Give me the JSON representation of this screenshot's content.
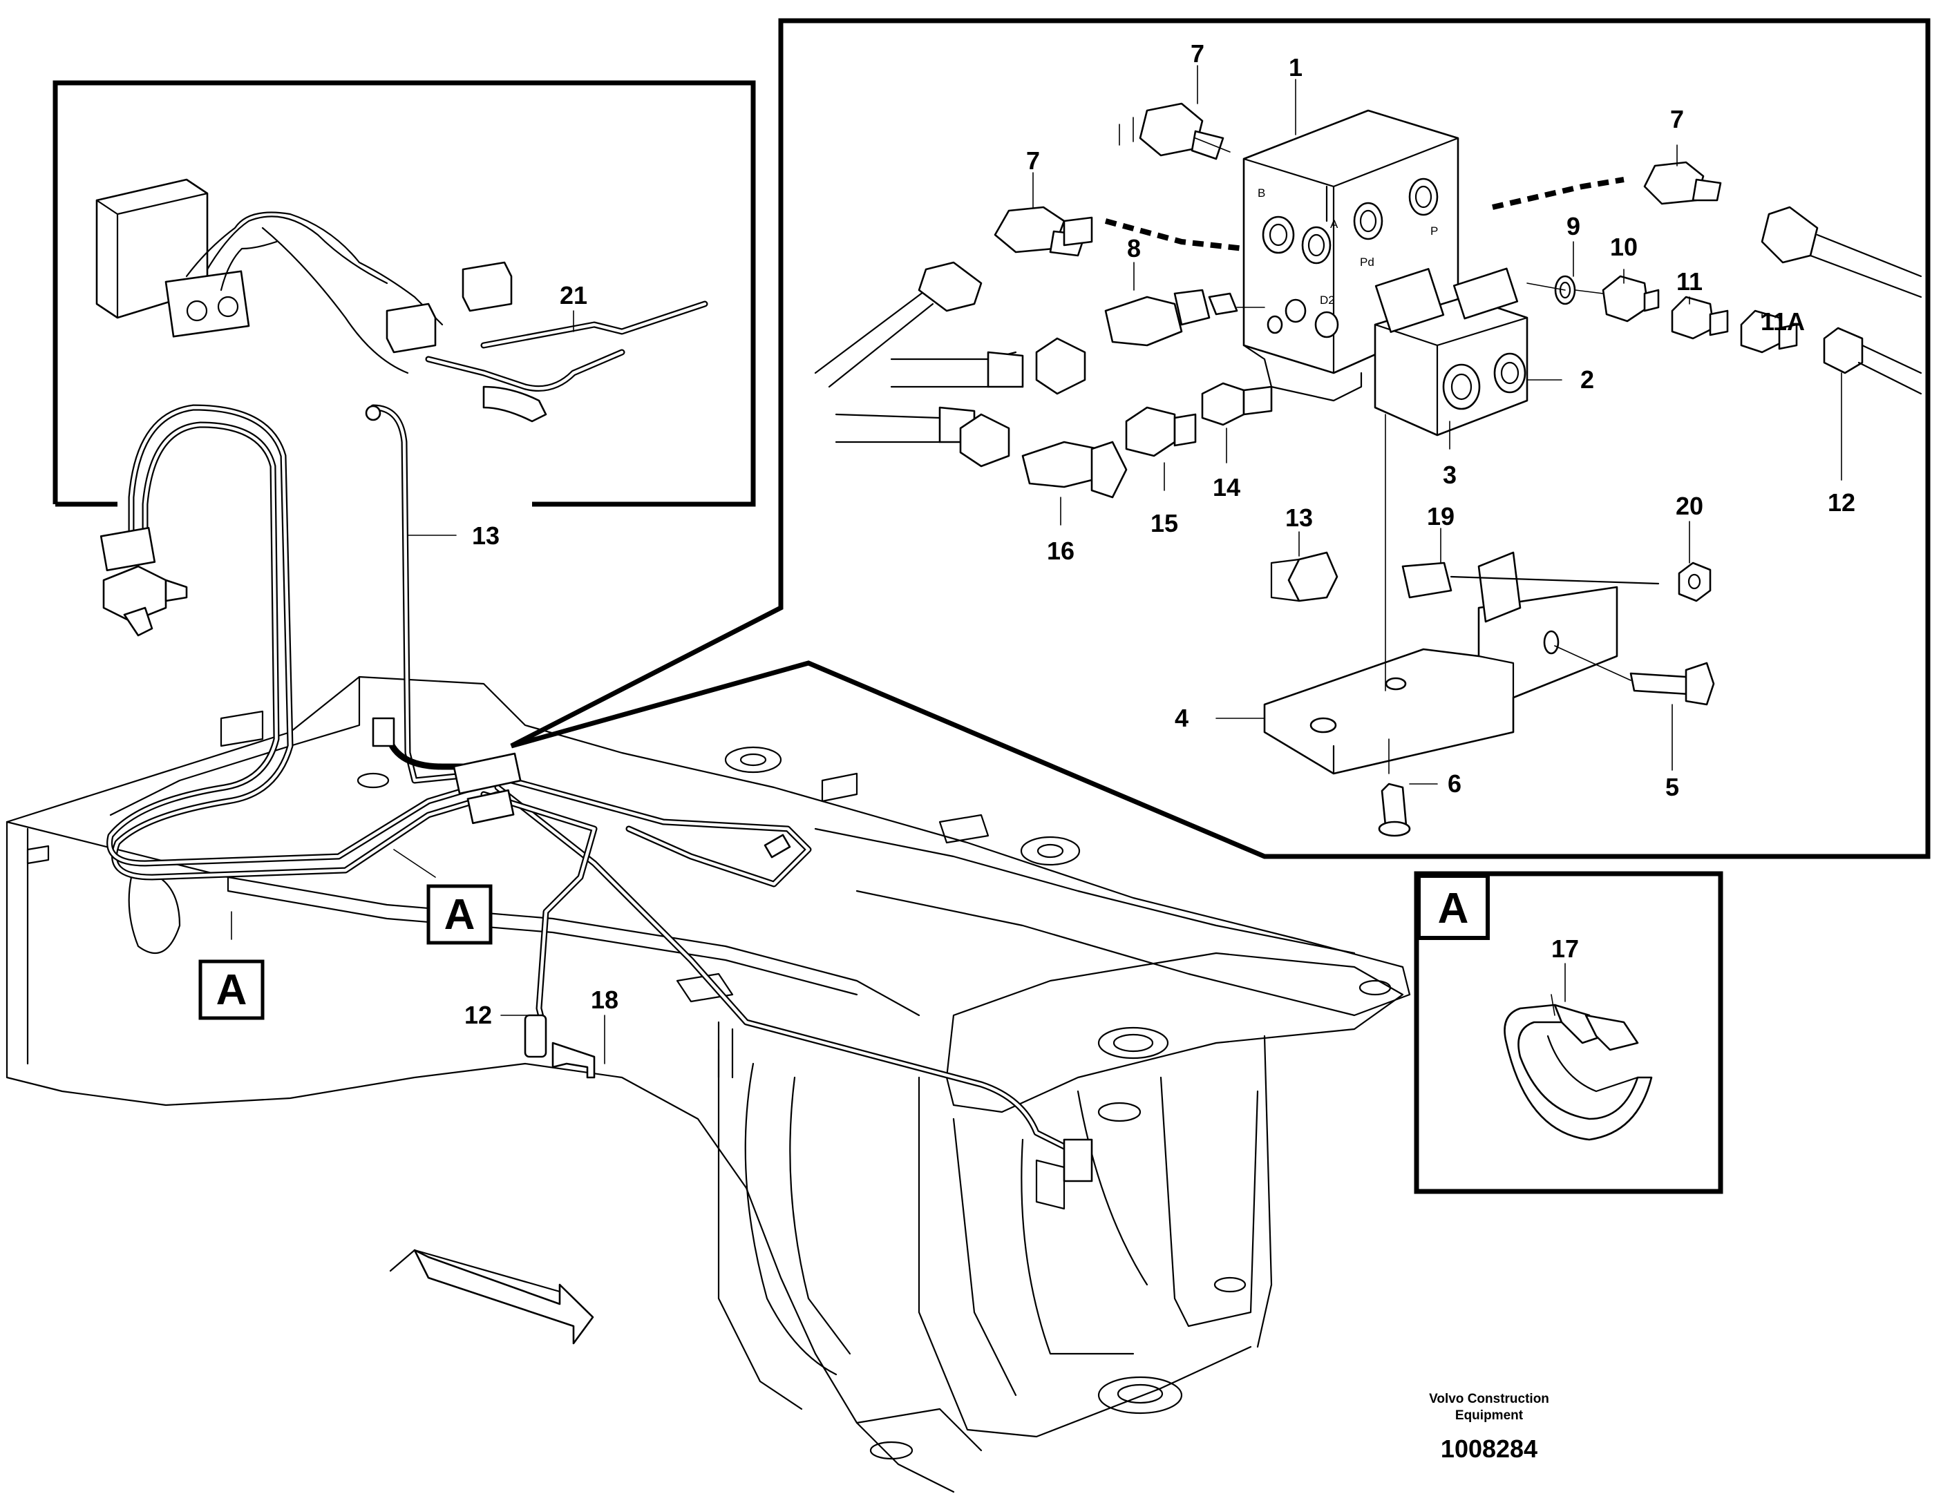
{
  "callouts": {
    "c1": "1",
    "c2": "2",
    "c3": "3",
    "c4": "4",
    "c5": "5",
    "c6": "6",
    "c7a": "7",
    "c7b": "7",
    "c7c": "7",
    "c8": "8",
    "c9": "9",
    "c10": "10",
    "c11": "11",
    "c11a": "11A",
    "c12a": "12",
    "c12b": "12",
    "c13a": "13",
    "c13b": "13",
    "c14": "14",
    "c15": "15",
    "c16": "16",
    "c17": "17",
    "c18": "18",
    "c19": "19",
    "c20": "20",
    "c21": "21"
  },
  "view_labels": {
    "a1": "A",
    "a2": "A",
    "a3": "A"
  },
  "port_labels": {
    "b": "B",
    "a": "A",
    "pd": "Pd",
    "p": "P",
    "d2": "D2"
  },
  "footer": {
    "manufacturer_line1": "Volvo Construction",
    "manufacturer_line2": "Equipment",
    "document_number": "1008284"
  }
}
